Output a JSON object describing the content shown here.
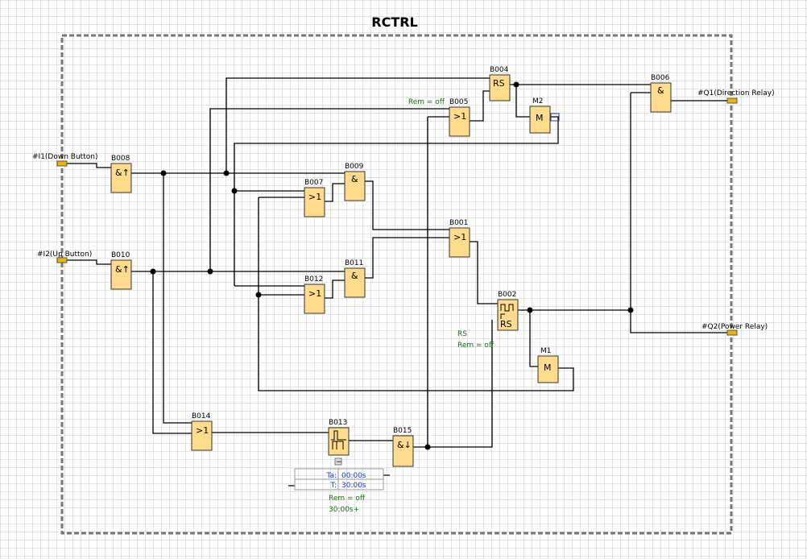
{
  "title": "RCTRL",
  "inputs": {
    "i1": "#I1(Down Button)",
    "i2": "#I2(Up Button)"
  },
  "outputs": {
    "q1": "#Q1(Direction Relay)",
    "q2": "#Q2(Power Relay)"
  },
  "blocks": {
    "b001": {
      "name": "B001",
      "symbol": ">1"
    },
    "b002": {
      "name": "B002",
      "symbol": "RS",
      "param1": "RS",
      "param2": "Rem = off"
    },
    "b004": {
      "name": "B004",
      "symbol": "RS"
    },
    "b005": {
      "name": "B005",
      "symbol": ">1",
      "param": "Rem = off"
    },
    "b006": {
      "name": "B006",
      "symbol": "&"
    },
    "b007": {
      "name": "B007",
      "symbol": ">1"
    },
    "b008": {
      "name": "B008",
      "symbol": "&↑"
    },
    "b009": {
      "name": "B009",
      "symbol": "&"
    },
    "b010": {
      "name": "B010",
      "symbol": "&↑"
    },
    "b011": {
      "name": "B011",
      "symbol": "&"
    },
    "b012": {
      "name": "B012",
      "symbol": ">1"
    },
    "b013": {
      "name": "B013",
      "ta": "Ta: 00:00s",
      "t": "T: 30:00s",
      "rem": "Rem = off",
      "time": "30:00s+",
      "collapse": "−"
    },
    "b014": {
      "name": "B014",
      "symbol": ">1"
    },
    "b015": {
      "name": "B015",
      "symbol": "&↓"
    },
    "m1": {
      "name": "M1",
      "symbol": "M"
    },
    "m2": {
      "name": "M2",
      "symbol": "M"
    }
  },
  "colors": {
    "block": "#fedc8c",
    "grid": "#c8c8c8",
    "param_text": "#1e6b1e",
    "timer_text": "#1a3ad0"
  }
}
